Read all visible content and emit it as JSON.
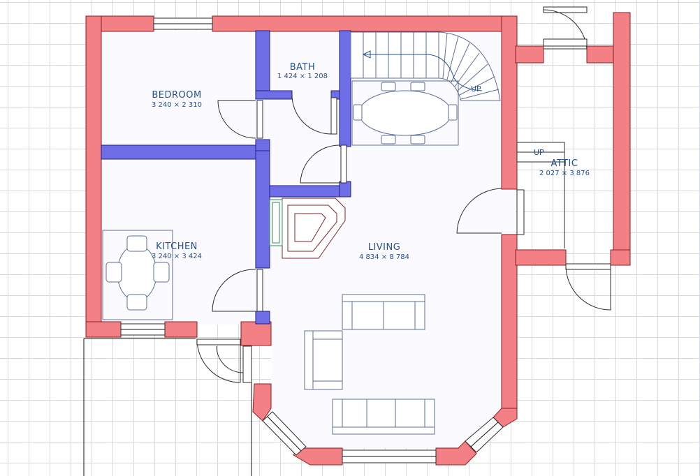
{
  "rooms": {
    "bedroom": {
      "name": "BEDROOM",
      "size": "3 240 × 2 310"
    },
    "bath": {
      "name": "BATH",
      "size": "1 424 × 1 208"
    },
    "kitchen": {
      "name": "KITCHEN",
      "size": "3 240 × 3 424"
    },
    "living": {
      "name": "LIVING",
      "size": "4 834 × 8 784"
    },
    "attic": {
      "name": "ATTIC",
      "size": "2 027 × 3 876"
    }
  },
  "stairs": {
    "main_label": "UP",
    "attic_label": "UP"
  },
  "colors": {
    "exterior_wall": "#f38084",
    "interior_wall": "#6f6ee6",
    "grid": "#d4d8ee",
    "label": "#24508f"
  }
}
